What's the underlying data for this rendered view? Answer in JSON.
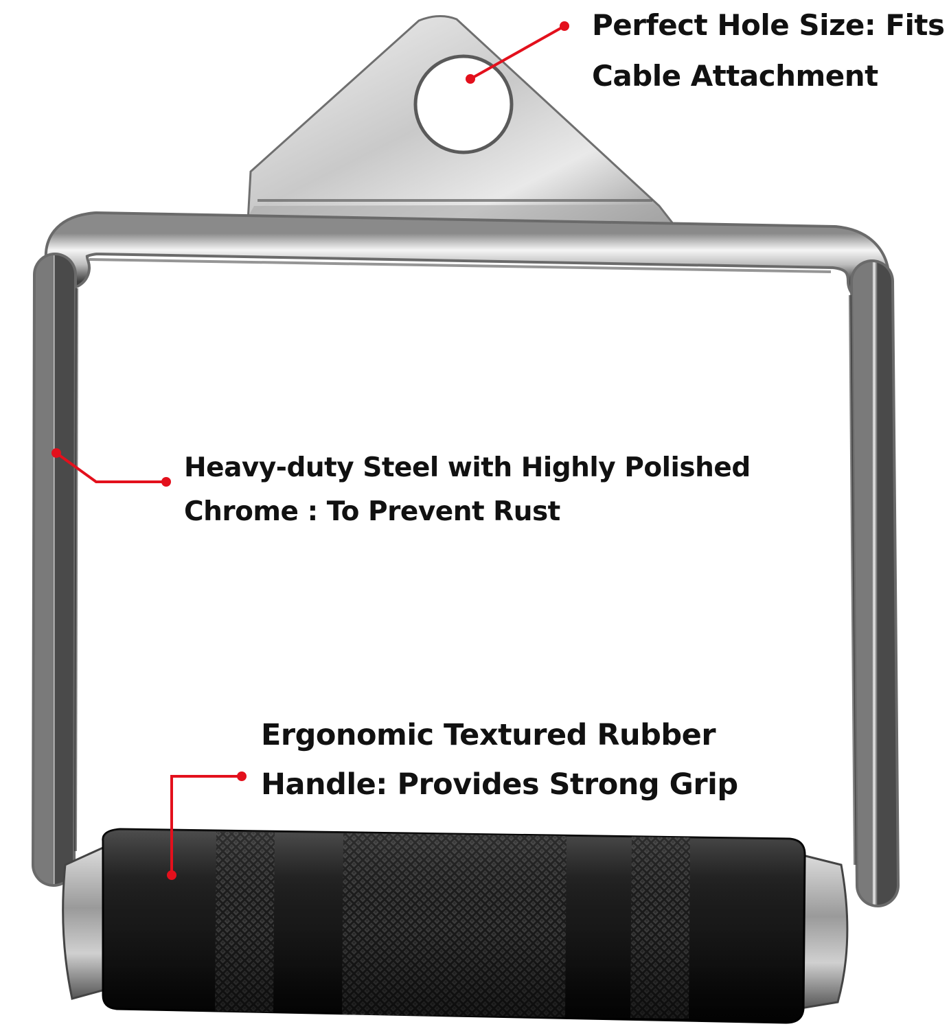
{
  "callouts": {
    "hole_size": {
      "line1": "Perfect Hole Size: Fits All",
      "line2": "Cable Attachment"
    },
    "chrome": {
      "line1": "Heavy-duty Steel with Highly Polished",
      "line2": "Chrome : To Prevent Rust"
    },
    "grip": {
      "line1": "Ergonomic Textured Rubber",
      "line2": "Handle: Provides Strong Grip"
    }
  },
  "colors": {
    "leader_line": "#e3101c",
    "background": "#ffffff",
    "text": "#111111",
    "grip_rubber": "#1c1c1c"
  },
  "icons": [
    "cable-handle-icon"
  ]
}
